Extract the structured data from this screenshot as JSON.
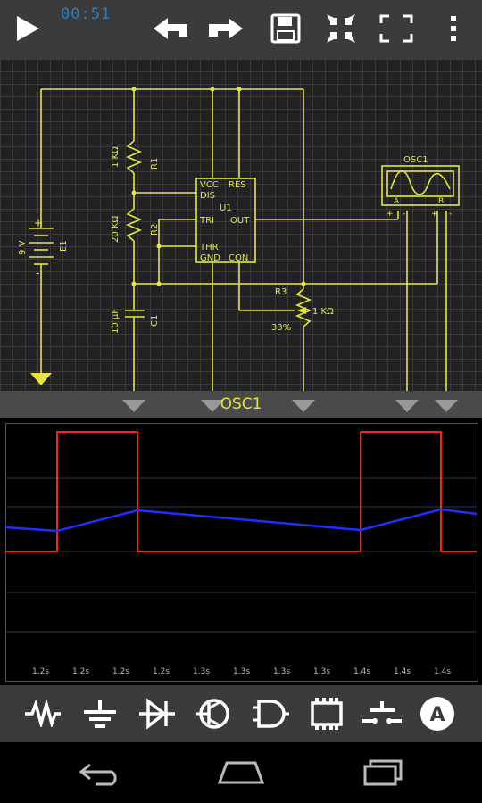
{
  "toolbar": {
    "timer": "00:51",
    "icons": [
      "play-icon",
      "undo-icon",
      "redo-icon",
      "save-icon",
      "fit-icon",
      "fullscreen-icon",
      "overflow-menu-icon"
    ]
  },
  "circuit": {
    "battery": {
      "name": "E1",
      "value": "9 V"
    },
    "r1": {
      "name": "R1",
      "value": "1 KΩ"
    },
    "r2": {
      "name": "R2",
      "value": "20 KΩ"
    },
    "r3": {
      "name": "R3",
      "value": "1 KΩ",
      "setting": "33%"
    },
    "c1": {
      "name": "C1",
      "value": "10 µF"
    },
    "u1": {
      "name": "U1",
      "pins": {
        "vcc": "VCC",
        "res": "RES",
        "dis": "DIS",
        "tri": "TRI",
        "out": "OUT",
        "thr": "THR",
        "gnd": "GND",
        "con": "CON"
      }
    },
    "osc": {
      "name": "OSC1",
      "a": "A",
      "b": "B",
      "plus": "+",
      "minus": "-"
    }
  },
  "scope": {
    "title": "OSC1",
    "ticks": [
      "1.2s",
      "1.2s",
      "1.2s",
      "1.2s",
      "1.3s",
      "1.3s",
      "1.3s",
      "1.3s",
      "1.4s",
      "1.4s",
      "1.4s"
    ],
    "colors": {
      "channel_a": "#ff2020",
      "channel_b": "#1f2fff"
    }
  },
  "tools": [
    "resistor-icon",
    "ground-icon",
    "diode-icon",
    "transistor-icon",
    "logic-gate-icon",
    "chip-icon",
    "switch-icon",
    "ammeter-icon"
  ],
  "nav": [
    "back-icon",
    "home-icon",
    "recents-icon"
  ]
}
